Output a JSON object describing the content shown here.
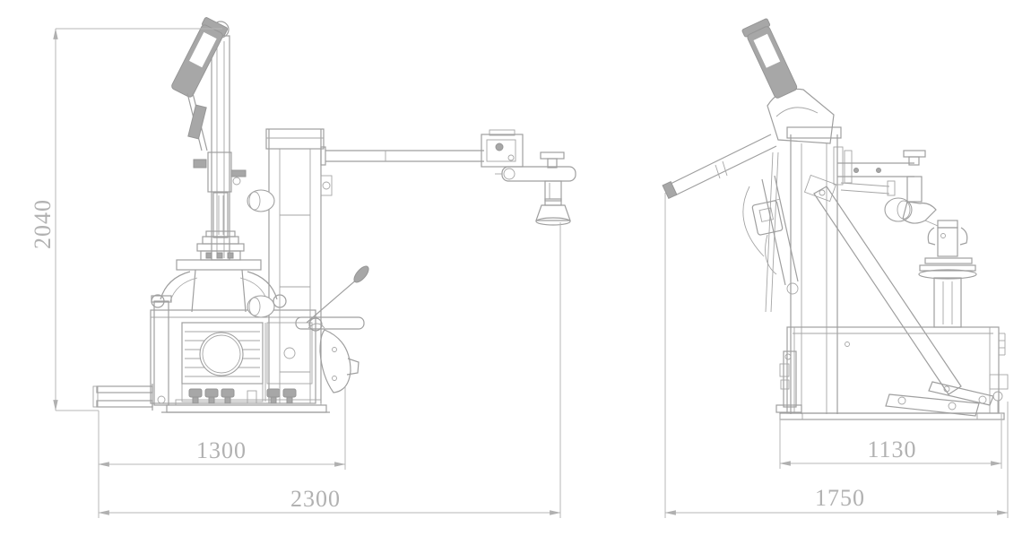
{
  "drawing": {
    "type": "technical-dimension-drawing",
    "subject": "tire changer machine, two orthographic views",
    "colors": {
      "background": "#ffffff",
      "machine_line": "#9f9f9f",
      "machine_fill": "#a7a7a7",
      "dimension_line": "#b7b7b7",
      "dimension_text": "#b1b1b1"
    },
    "views": {
      "front": {
        "dims": {
          "height": "2040",
          "inner_width": "1300",
          "overall_width": "2300"
        }
      },
      "side": {
        "dims": {
          "inner_depth": "1130",
          "overall_depth": "1750"
        }
      }
    }
  }
}
